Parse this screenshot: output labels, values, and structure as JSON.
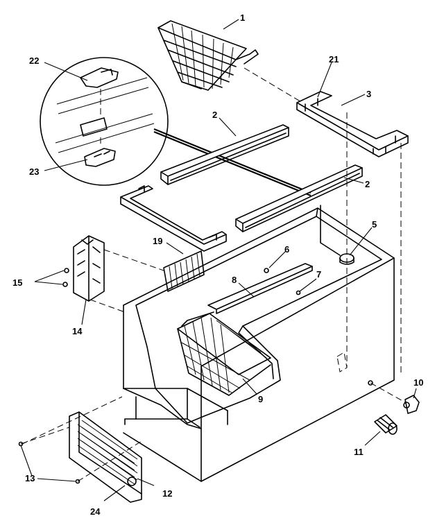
{
  "diagram": {
    "callouts": [
      {
        "id": "1",
        "text": "1"
      },
      {
        "id": "2a",
        "text": "2"
      },
      {
        "id": "2b",
        "text": "2"
      },
      {
        "id": "3",
        "text": "3"
      },
      {
        "id": "5",
        "text": "5"
      },
      {
        "id": "6",
        "text": "6"
      },
      {
        "id": "7",
        "text": "7"
      },
      {
        "id": "8",
        "text": "8"
      },
      {
        "id": "9",
        "text": "9"
      },
      {
        "id": "10",
        "text": "10"
      },
      {
        "id": "11",
        "text": "11"
      },
      {
        "id": "12",
        "text": "12"
      },
      {
        "id": "13",
        "text": "13"
      },
      {
        "id": "14",
        "text": "14"
      },
      {
        "id": "15",
        "text": "15"
      },
      {
        "id": "19",
        "text": "19"
      },
      {
        "id": "21",
        "text": "21"
      },
      {
        "id": "22",
        "text": "22"
      },
      {
        "id": "23",
        "text": "23"
      },
      {
        "id": "24",
        "text": "24"
      }
    ]
  }
}
